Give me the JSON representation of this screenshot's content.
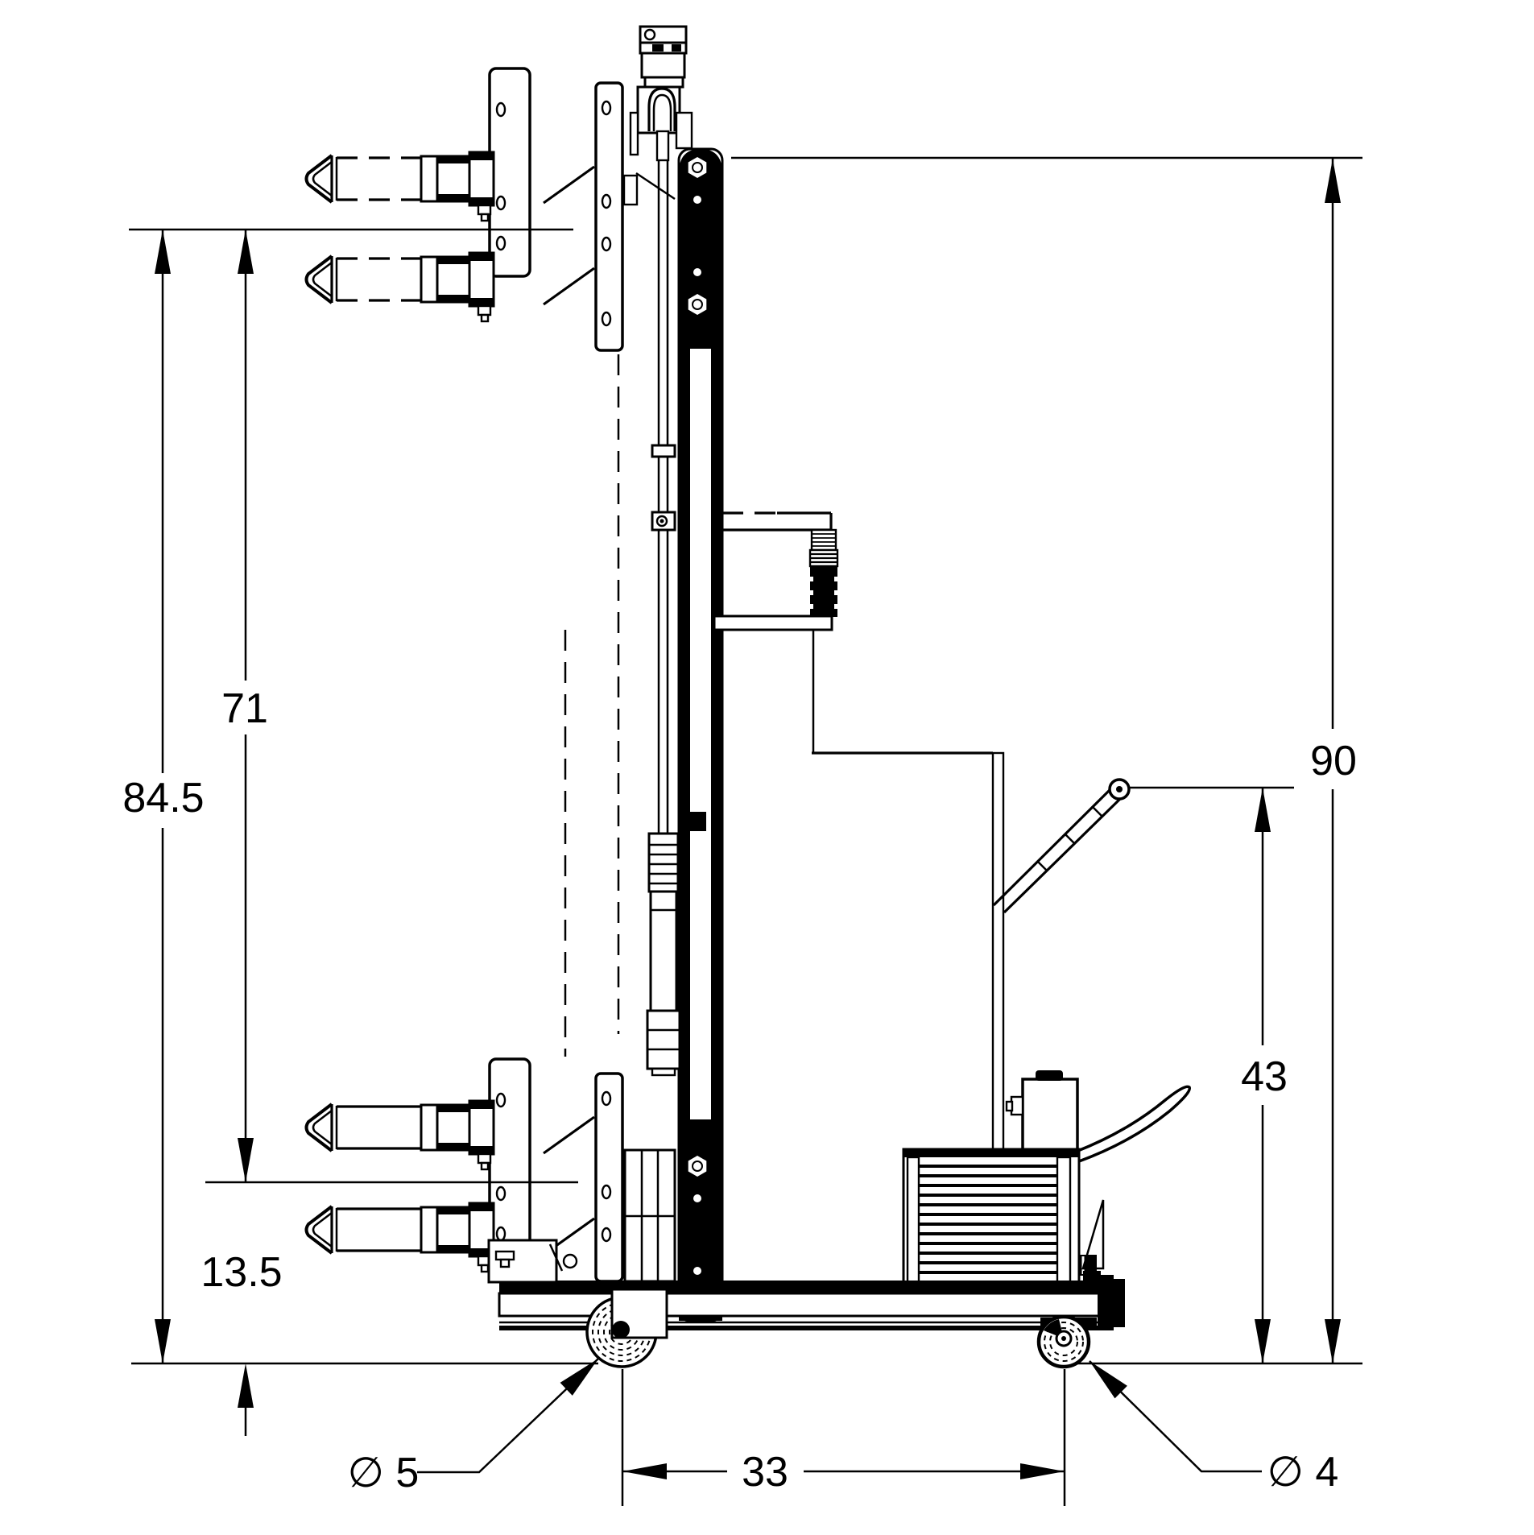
{
  "page": {
    "background": "#ffffff",
    "line_color": "#000000"
  },
  "drawing_type": "side-elevation dimension drawing of a counterbalanced lift stacker",
  "dimensions": {
    "max_fork_height": "84.5",
    "lift_travel": "71",
    "lowered_fork_height": "13.5",
    "overall_height": "90",
    "handle_height": "43",
    "wheelbase": "33",
    "front_caster_diameter": "∅ 5",
    "rear_caster_diameter": "∅ 4"
  }
}
